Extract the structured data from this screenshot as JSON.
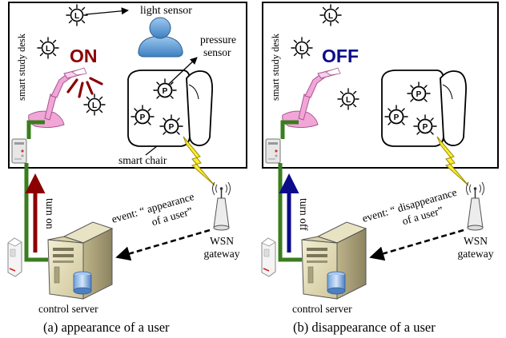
{
  "panel_a": {
    "desk_label": "smart study desk",
    "light_sensor_label": "light sensor",
    "pressure_sensor_label": "pressure sensor",
    "pressure_sensor_line1": "pressure",
    "pressure_sensor_line2": "sensor",
    "chair_label": "smart chair",
    "state_text": "ON",
    "state_color": "#8b0000",
    "event_line1": "event: “ appearance",
    "event_line2": "of a user”",
    "command_label": "turn on",
    "command_arrow_color": "#8b0000",
    "gateway_line1": "WSN",
    "gateway_line2": "gateway",
    "server_label": "control server",
    "caption": "(a) appearance of a user",
    "user_present": true,
    "lamp_on": true
  },
  "panel_b": {
    "desk_label": "smart study desk",
    "state_text": "OFF",
    "state_color": "#0b0b8b",
    "event_line1": "event: “ disappearance",
    "event_line2": "of a user”",
    "command_label": "turn off",
    "command_arrow_color": "#0b0b8b",
    "gateway_line1": "WSN",
    "gateway_line2": "gateway",
    "server_label": "control server",
    "caption": "(b) disappearance of a user",
    "user_present": false,
    "lamp_on": false
  },
  "icons": {
    "light_sensor_symbol": "L",
    "pressure_sensor_symbol": "P"
  },
  "colors": {
    "cable_green": "#3a7d1e",
    "lamp_pink": "#f2a6d8",
    "person_blue": "#6fa8dc",
    "lightning_yellow": "#ffee33"
  }
}
